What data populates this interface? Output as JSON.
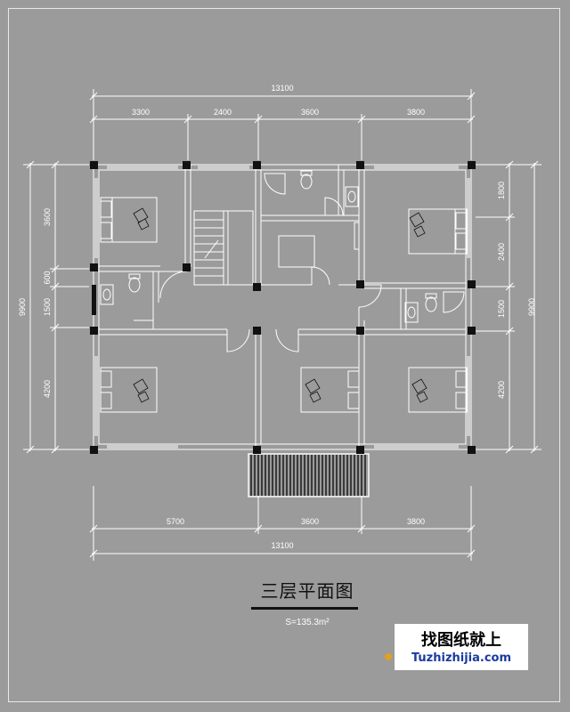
{
  "plan": {
    "title": "三层平面图",
    "area": "S=135.3m²"
  },
  "dimensions": {
    "top_total": "13100",
    "top_segments": [
      "3300",
      "2400",
      "3600",
      "3800"
    ],
    "bottom_segments": [
      "5700",
      "3600",
      "3800"
    ],
    "bottom_total": "13100",
    "left_total": "9900",
    "left_segments": [
      "3600",
      "600",
      "1500",
      "4200"
    ],
    "right_total": "9900",
    "right_segments": [
      "1800",
      "2400",
      "1500",
      "4200"
    ]
  },
  "watermark": {
    "brand_cn": "找图纸就上",
    "brand_url": "Tuzhizhijia.com"
  },
  "colors": {
    "background": "#9b9b9b",
    "lines": "#ffffff",
    "columns": "#111111",
    "watermark_url": "#1a3aa0"
  }
}
